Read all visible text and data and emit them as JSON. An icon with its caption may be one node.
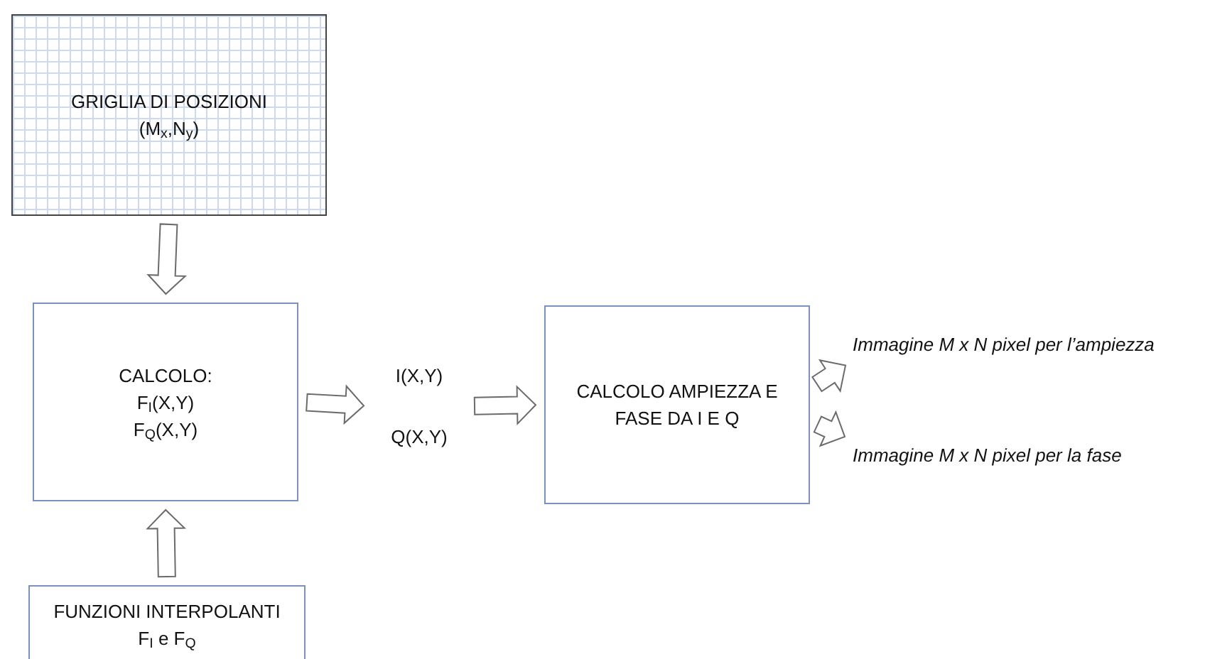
{
  "diagram": {
    "nodes": [
      {
        "text": [
          "GRIGLIA DI POSIZIONI",
          "(M$_{x}$,N$_{y}$)"
        ]
      },
      {
        "text": [
          "CALCOLO:",
          "F$_{I}$(X,Y)",
          "F$_{Q}$(X,Y)"
        ]
      },
      {
        "text": [
          "I(X,Y)",
          "Q(X,Y)"
        ]
      },
      {
        "text": [
          "CALCOLO AMPIEZZA E FASE DA I E Q"
        ]
      },
      {
        "text": [
          "Immagine M x N pixel per l’ampiezza"
        ]
      },
      {
        "text": [
          "Immagine M x N pixel per la fase"
        ]
      },
      {
        "text": [
          "FUNZIONI INTERPOLANTI",
          "F$_{I}$ e F$_{Q}$"
        ]
      }
    ],
    "edges": [
      {
        "from": 0,
        "to": 1,
        "arrow": "to"
      },
      {
        "from": 6,
        "to": 1,
        "arrow": "to"
      },
      {
        "from": 1,
        "to": 2,
        "arrow": "to"
      },
      {
        "from": 2,
        "to": 3,
        "arrow": "to"
      },
      {
        "from": 3,
        "to": 4,
        "arrow": "to"
      },
      {
        "from": 3,
        "to": 5,
        "arrow": "to"
      }
    ]
  }
}
